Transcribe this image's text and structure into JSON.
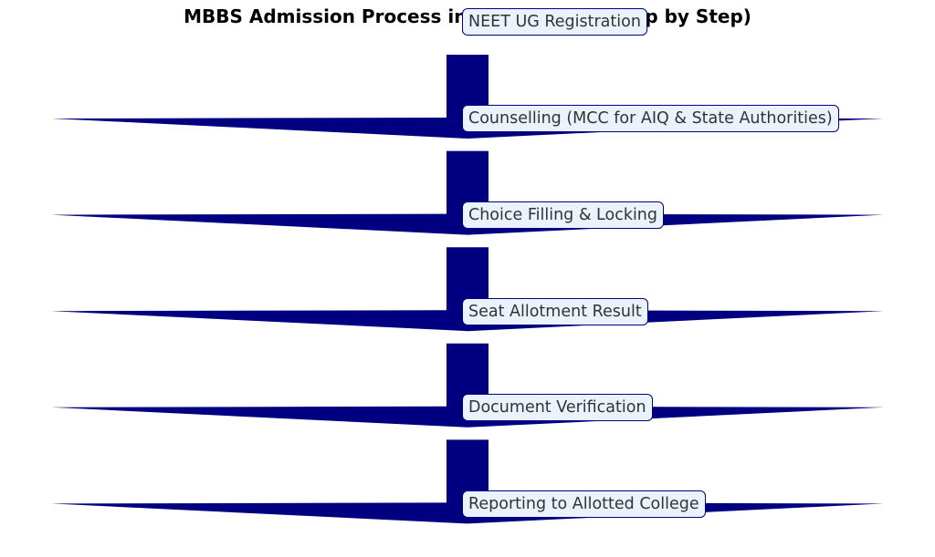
{
  "title": "MBBS Admission Process in India (2025 - Step by Step)",
  "colors": {
    "arrow": "#000080",
    "label_background": "#eaf3fb",
    "label_border": "#000080",
    "label_text": "#333333"
  },
  "steps": [
    {
      "label": "NEET UG Registration"
    },
    {
      "label": "Counselling (MCC for AIQ & State Authorities)"
    },
    {
      "label": "Choice Filling & Locking"
    },
    {
      "label": "Seat Allotment Result"
    },
    {
      "label": "Document Verification"
    },
    {
      "label": "Reporting to Allotted College"
    }
  ]
}
